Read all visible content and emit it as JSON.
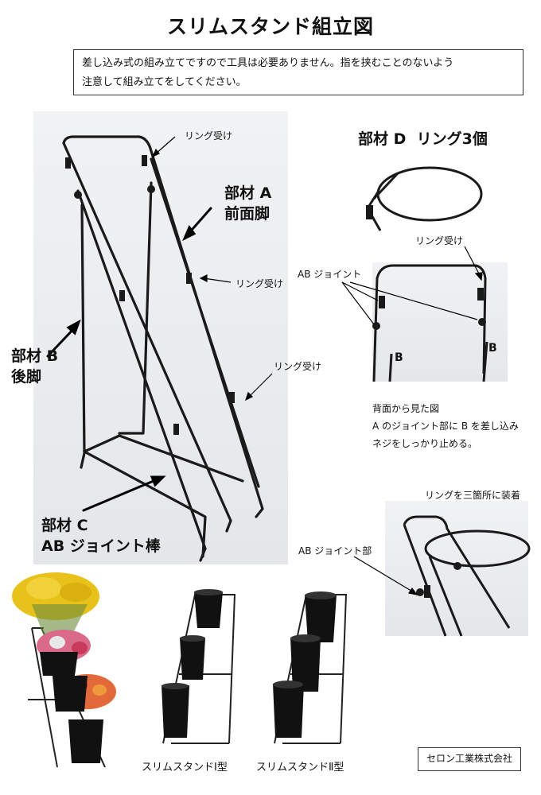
{
  "title": "スリムスタンド組立図",
  "notice": {
    "line1": "差し込み式の組み立てですので工具は必要ありません。指を挟むことのないよう",
    "line2": "注意して組み立てをしてください。"
  },
  "main_photo": {
    "ring_receiver_1": "リング受け",
    "ring_receiver_2": "リング受け",
    "ring_receiver_3": "リング受け",
    "part_a_line1": "部材 A",
    "part_a_line2": "前面脚",
    "part_b_line1": "部材 B",
    "part_b_line2": "後脚",
    "part_c_line1": "部材 C",
    "part_c_line2": "AB ジョイント棒"
  },
  "part_d": {
    "label": "部材 D  リング3個"
  },
  "back_view": {
    "ring_receiver": "リング受け",
    "joint_label": "AB ジョイント",
    "b_left": "B",
    "b_right": "B",
    "caption_line1": "背面から見た図",
    "caption_line2": "A のジョイント部に B を差し込み",
    "caption_line3": "ネジをしっかり止める。"
  },
  "ring_install": {
    "label": "リングを三箇所に装着",
    "joint_part": "AB ジョイント部"
  },
  "models": {
    "type1": "スリムスタンドⅠ型",
    "type2": "スリムスタンドⅡ型"
  },
  "company": "セロン工業株式会社"
}
